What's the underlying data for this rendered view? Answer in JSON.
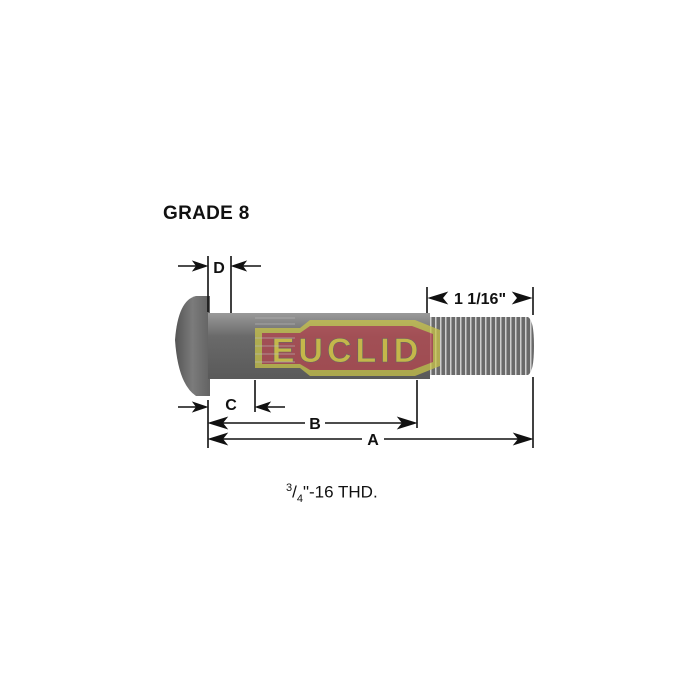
{
  "title": "GRADE 8",
  "caption": {
    "fraction_num": "3",
    "fraction_den": "4",
    "rest": "\"-16 THD."
  },
  "dimensions": {
    "A": "A",
    "B": "B",
    "C": "C",
    "D": "D",
    "thread_length": "1 1/16\""
  },
  "logo_text": "EUCLID",
  "colors": {
    "bolt": "#6e6e6e",
    "logo_red": "#b5474f",
    "logo_yellow": "#c8c34a",
    "line": "#111111"
  }
}
